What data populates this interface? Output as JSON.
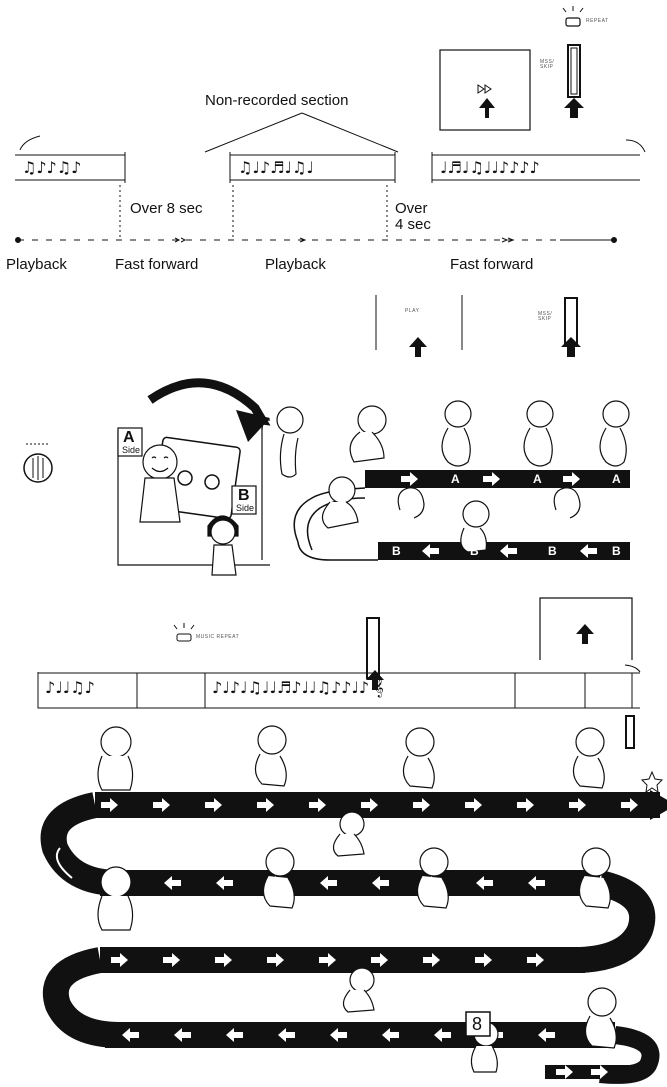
{
  "top_diagram": {
    "non_recorded_label": "Non-recorded section",
    "over_8_label": "Over 8 sec",
    "over_4_line1": "Over",
    "over_4_line2": "4 sec",
    "segments": [
      "Playback",
      "Fast forward",
      "Playback",
      "Fast forward"
    ]
  },
  "sides": {
    "a_letter": "A",
    "a_word": "Side",
    "b_letter": "B",
    "b_word": "Side"
  },
  "belts": {
    "upper_letters": [
      "A",
      "A",
      "A"
    ],
    "lower_letters": [
      "B",
      "B",
      "B",
      "B"
    ]
  },
  "counter_value": "8",
  "tiny_labels": {
    "mss_top": "MSS/ SKIP",
    "mss_mid": "MSS/ SKIP",
    "play": "PLAY",
    "music_repeat": "MUSIC REPEAT",
    "repeat_ind": "REPEAT"
  },
  "glyphs": {
    "music_row_1": "♫♪♪♫♪",
    "music_row_2": "♫♩♪♬♩♫♩",
    "music_row_3": "♩♬♩♫♩♩♪♪♪♪",
    "music_row_4": "♪♩♩♫♪",
    "music_row_5": "♪♩♪♩♫♩♩♬♪♩♩♫♪♪♩♪  𝄞",
    "note": "♪",
    "note2": "♫"
  }
}
